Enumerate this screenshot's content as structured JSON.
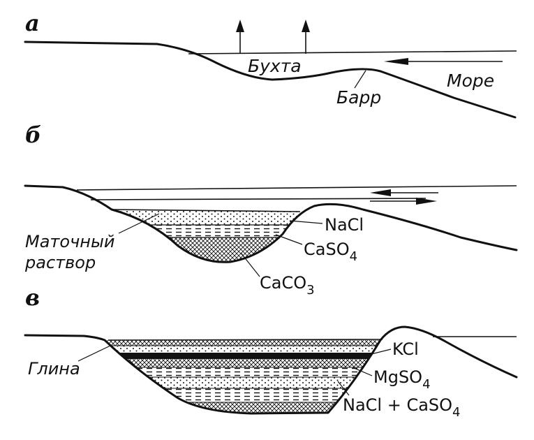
{
  "panels": {
    "a": {
      "letter": "а",
      "labels": {
        "bay": "Бухта",
        "bar": "Барр",
        "sea": "Море"
      }
    },
    "b": {
      "letter": "б",
      "labels": {
        "brine_line1": "Маточный",
        "brine_line2": "раствор",
        "nacl": "NaCl",
        "caso4": "CaSO",
        "caso4_sub": "4",
        "caco3": "CaCO",
        "caco3_sub": "3"
      }
    },
    "c": {
      "letter": "в",
      "labels": {
        "clay": "Глина",
        "kcl": "KCl",
        "mgso4": "MgSO",
        "mgso4_sub": "4",
        "nacl_caso4": "NaCl + CaSO",
        "nacl_caso4_sub": "4"
      }
    }
  },
  "colors": {
    "ink": "#111111",
    "paper": "#ffffff"
  }
}
